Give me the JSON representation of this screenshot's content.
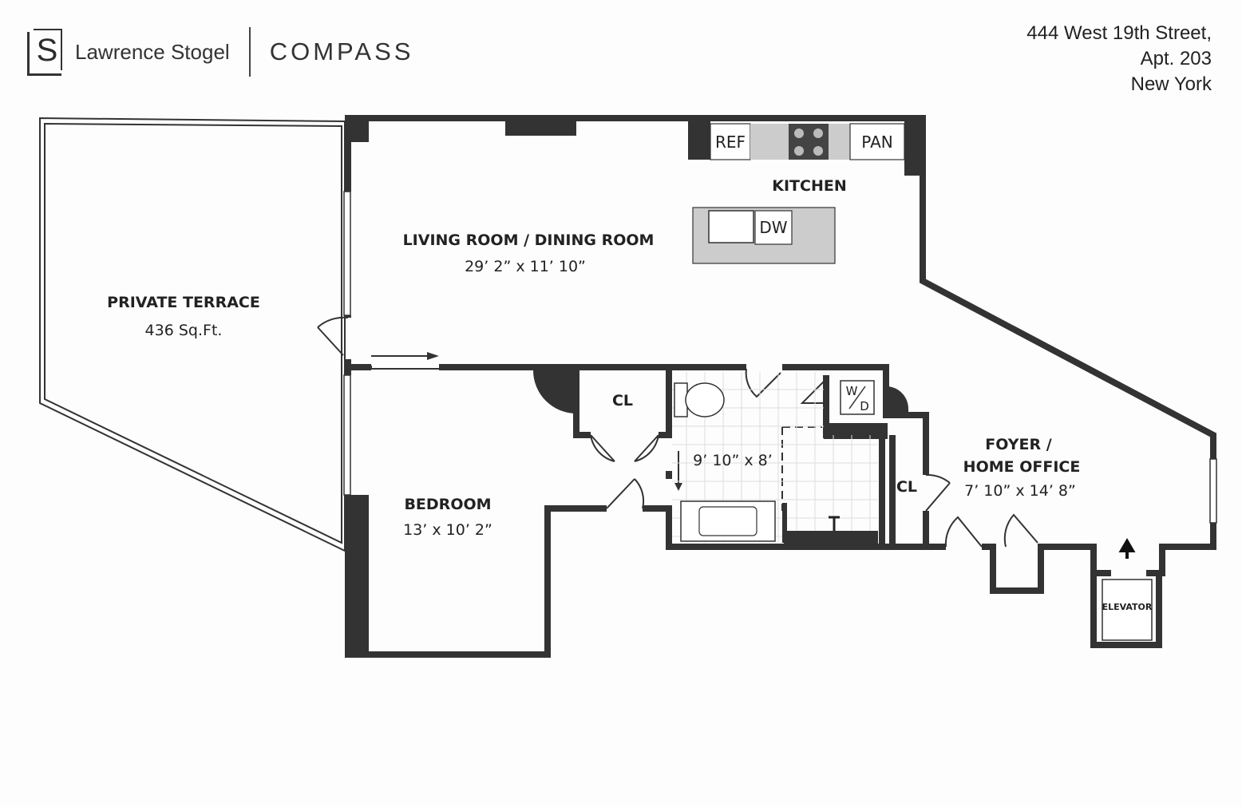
{
  "header": {
    "logo_mark": "LS",
    "agent_name": "Lawrence Stogel",
    "brokerage": "COMPASS",
    "address_lines": [
      "444 West 19th Street,",
      "Apt. 203",
      "New York"
    ]
  },
  "rooms": {
    "terrace": {
      "name": "PRIVATE TERRACE",
      "size": "436 Sq.Ft."
    },
    "living": {
      "name": "LIVING ROOM / DINING ROOM",
      "size": "29’ 2” x 11’ 10”"
    },
    "kitchen": {
      "name": "KITCHEN"
    },
    "bedroom": {
      "name": "BEDROOM",
      "size": "13’ x 10’ 2”"
    },
    "bath": {
      "size": "9’ 10” x 8’"
    },
    "foyer": {
      "name_line1": "FOYER /",
      "name_line2": "HOME OFFICE",
      "size": "7’ 10” x 14’ 8”"
    },
    "closet_label": "CL",
    "elevator": "ELEVATOR"
  },
  "appliances": {
    "ref": "REF",
    "pantry": "PAN",
    "dishwasher": "DW",
    "washer": "W",
    "dryer": "D"
  }
}
